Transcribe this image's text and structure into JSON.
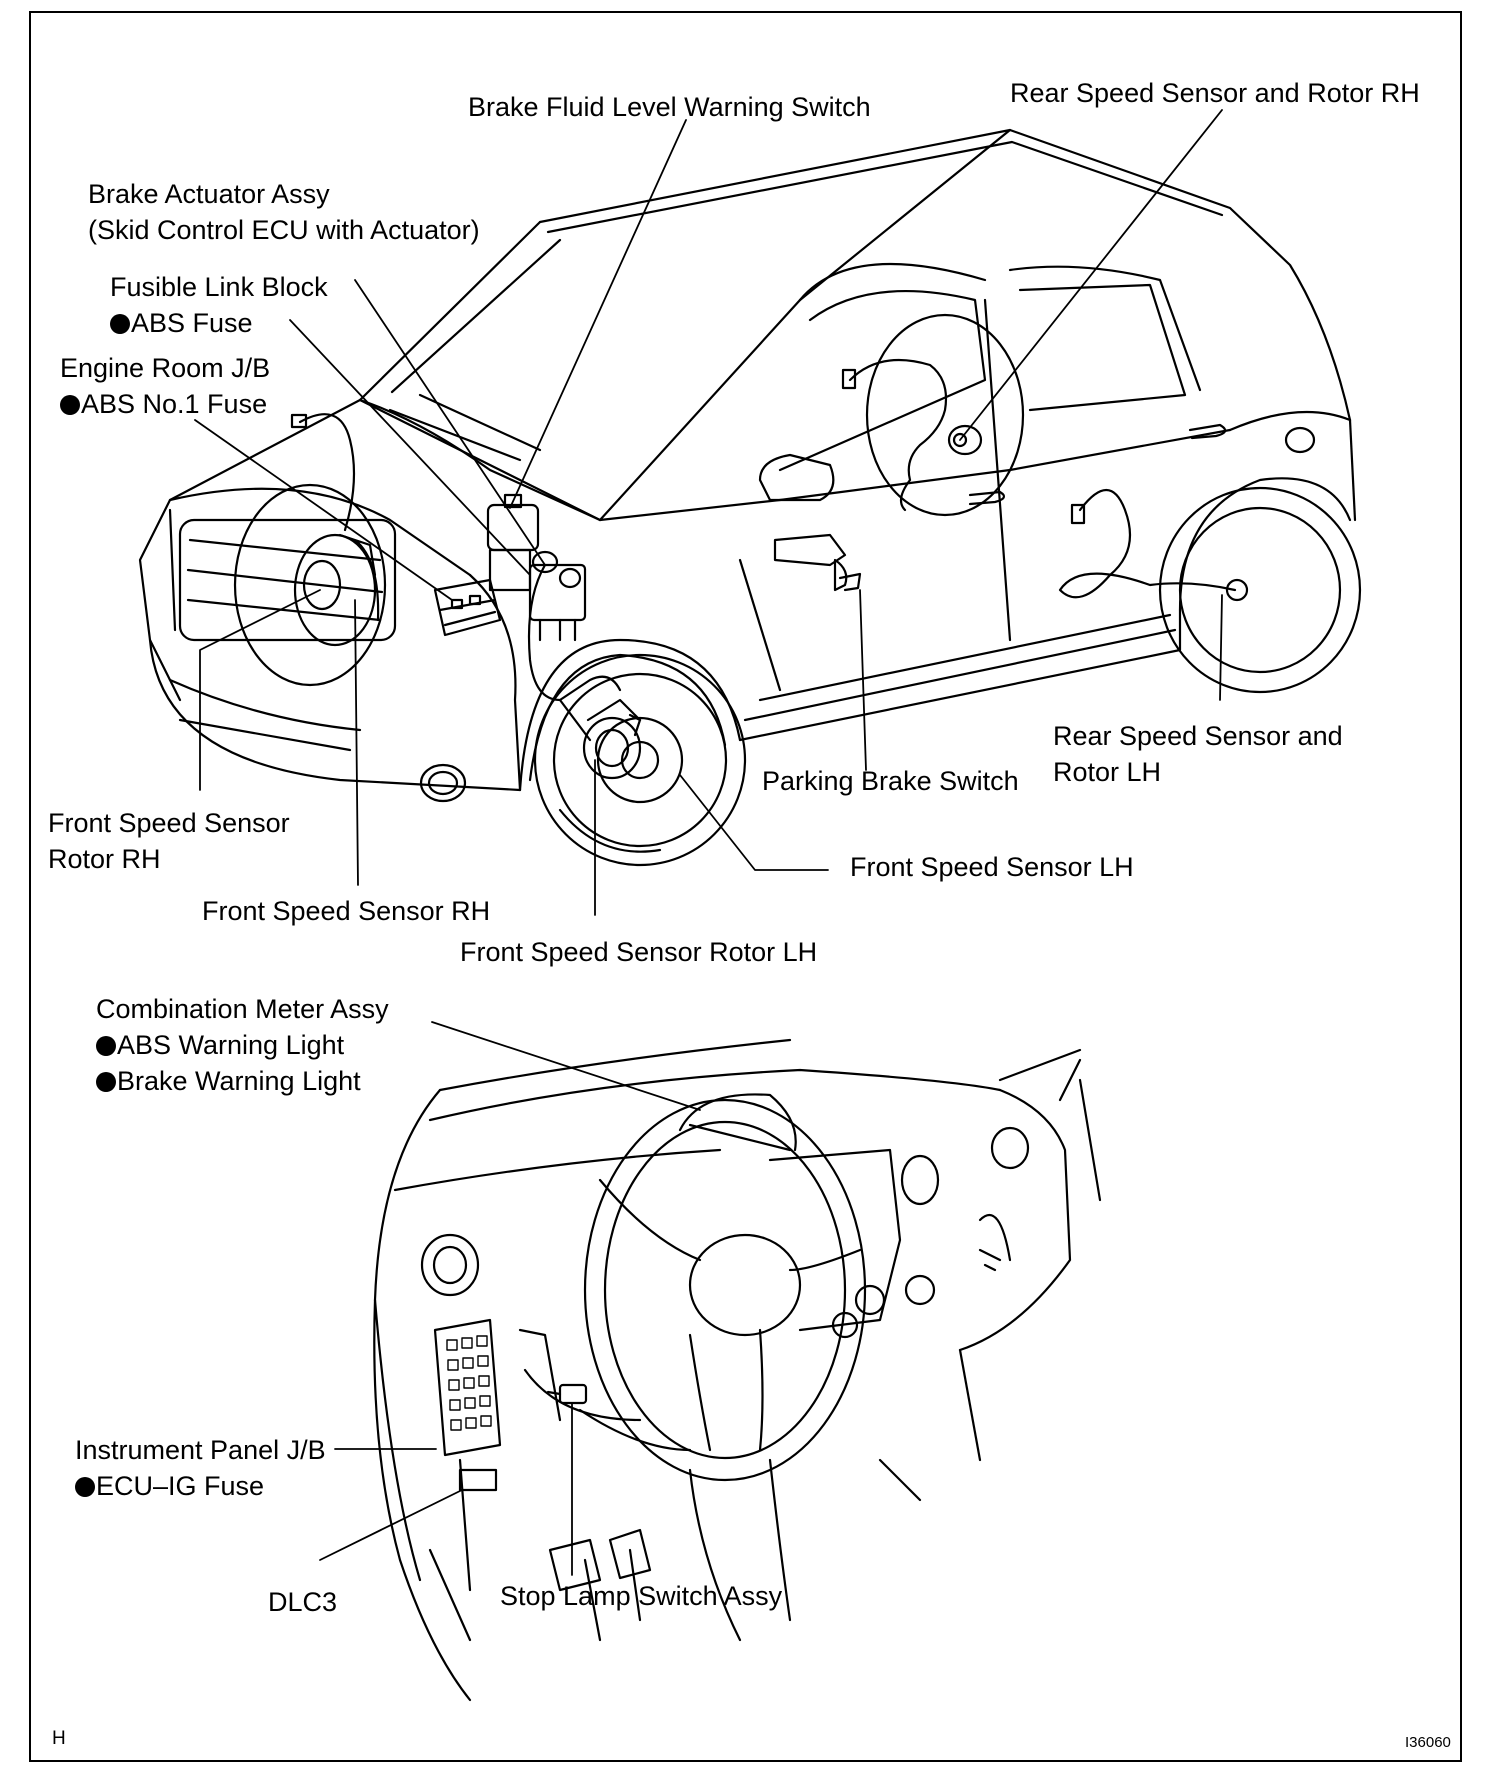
{
  "labels": {
    "brake_fluid_switch": "Brake Fluid Level Warning Switch",
    "rear_sensor_rh": "Rear Speed Sensor and Rotor RH",
    "brake_actuator": [
      "Brake Actuator Assy",
      "(Skid Control ECU with Actuator)"
    ],
    "fusible_link": [
      "Fusible Link Block",
      "ABS Fuse"
    ],
    "engine_room_jb": [
      "Engine Room J/B",
      "ABS No.1 Fuse"
    ],
    "rear_sensor_lh": [
      "Rear Speed Sensor and",
      "Rotor LH"
    ],
    "parking_brake": "Parking Brake Switch",
    "front_rotor_rh": [
      "Front Speed Sensor",
      "Rotor RH"
    ],
    "front_sensor_lh": "Front Speed Sensor LH",
    "front_sensor_rh": "Front Speed Sensor RH",
    "front_rotor_lh": "Front Speed Sensor Rotor LH",
    "combination_meter": [
      "Combination Meter Assy",
      "ABS Warning Light",
      "Brake Warning Light"
    ],
    "instrument_panel_jb": [
      "Instrument Panel J/B",
      "ECU–IG Fuse"
    ],
    "dlc3": "DLC3",
    "stop_lamp": "Stop Lamp Switch Assy"
  },
  "corner_mark": "H",
  "figure_code": "I36060"
}
